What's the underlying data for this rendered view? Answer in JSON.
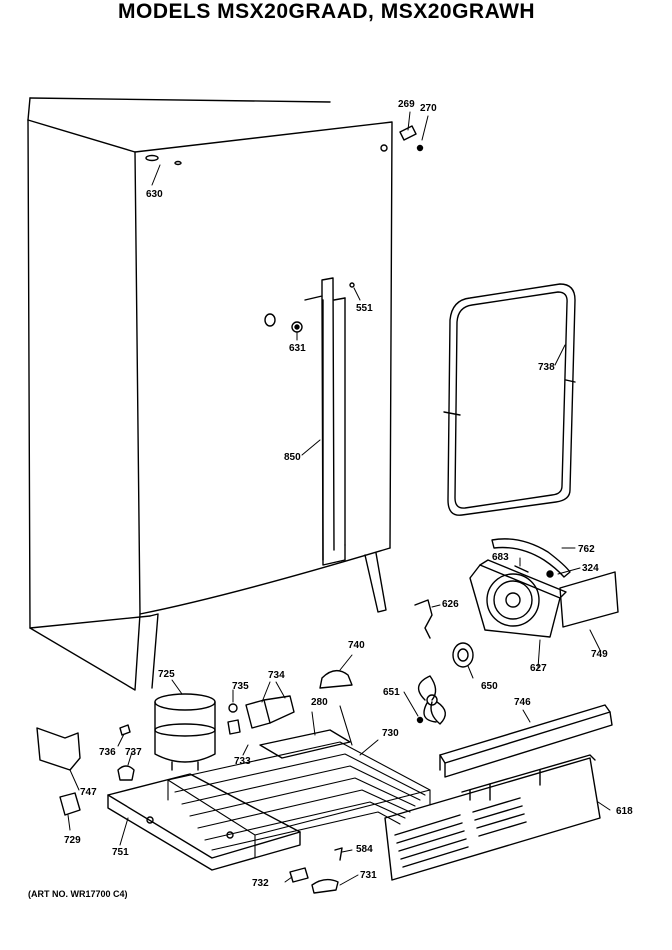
{
  "title": "MODELS MSX20GRAAD, MSX20GRAWH",
  "art_number": "(ART NO. WR17700 C4)",
  "parts": {
    "p269": "269",
    "p270": "270",
    "p630": "630",
    "p551": "551",
    "p631": "631",
    "p738": "738",
    "p850": "850",
    "p683": "683",
    "p762": "762",
    "p324": "324",
    "p626": "626",
    "p749": "749",
    "p627": "627",
    "p740": "740",
    "p725": "725",
    "p735": "735",
    "p734": "734",
    "p280": "280",
    "p730": "730",
    "p651": "651",
    "p650": "650",
    "p746": "746",
    "p736": "736",
    "p737": "737",
    "p733": "733",
    "p747": "747",
    "p729": "729",
    "p751": "751",
    "p584": "584",
    "p618": "618",
    "p732": "732",
    "p731": "731"
  }
}
